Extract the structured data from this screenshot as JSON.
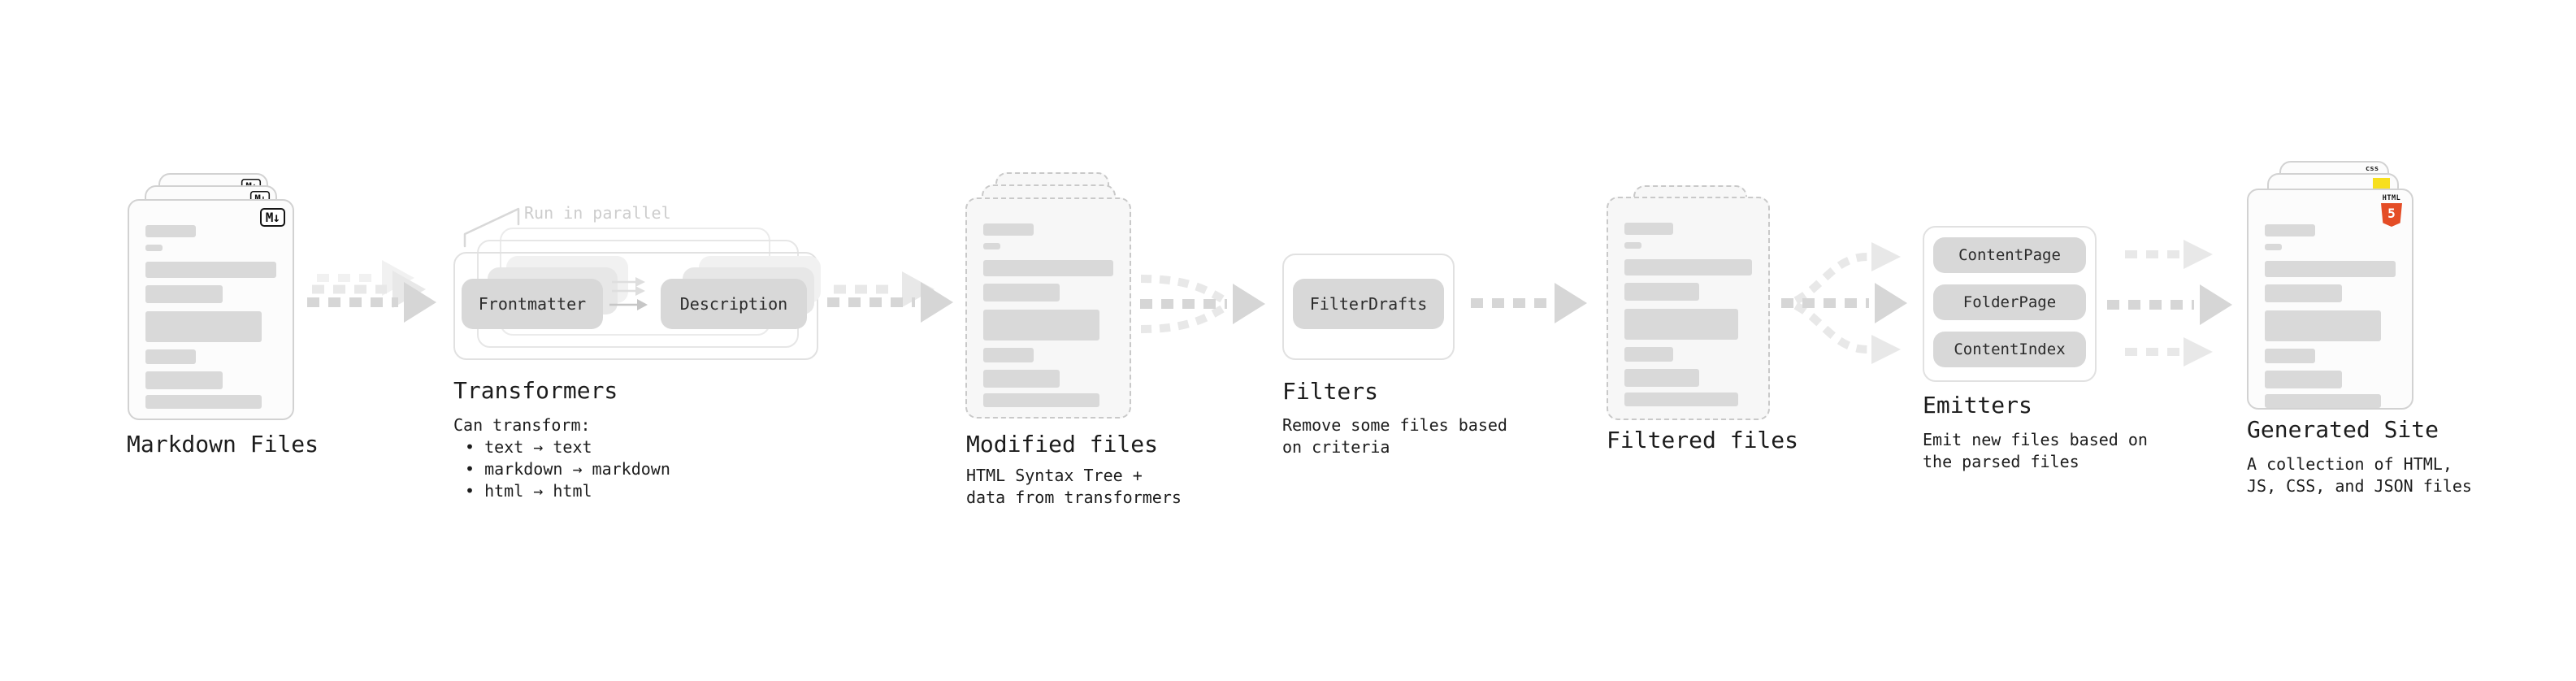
{
  "colors": {
    "arrow_main": "#d6d6d6",
    "arrow_light": "#e8e8e8",
    "arrow_faint": "#f1f1f1",
    "pill_bg": "#d8d8d8",
    "skeleton_bar": "#d9d9d9",
    "html5_orange": "#e44d26",
    "js_yellow": "#f7df1e",
    "css_blue": "#2965f1"
  },
  "stages": {
    "markdown": {
      "label": "Markdown Files",
      "badge": "M↓"
    },
    "transformers": {
      "label": "Transformers",
      "note": "Run in parallel",
      "pills": [
        "Frontmatter",
        "Description"
      ],
      "desc_title": "Can transform:",
      "bullets": [
        "• text → text",
        "• markdown → markdown",
        "• html → html"
      ]
    },
    "modified": {
      "label": "Modified files",
      "desc_lines": [
        "HTML Syntax Tree +",
        "data from transformers"
      ]
    },
    "filters": {
      "label": "Filters",
      "pills": [
        "FilterDrafts"
      ],
      "desc_lines": [
        "Remove some files based",
        "on criteria"
      ]
    },
    "filtered": {
      "label": "Filtered files"
    },
    "emitters": {
      "label": "Emitters",
      "pills": [
        "ContentPage",
        "FolderPage",
        "ContentIndex"
      ],
      "desc_lines": [
        "Emit new files based on",
        "the parsed files"
      ]
    },
    "generated": {
      "label": "Generated Site",
      "desc_lines": [
        "A collection of HTML,",
        "JS, CSS, and JSON files"
      ],
      "badges": {
        "css_label": "css",
        "html_label": "HTML",
        "html_number": "5"
      }
    }
  }
}
